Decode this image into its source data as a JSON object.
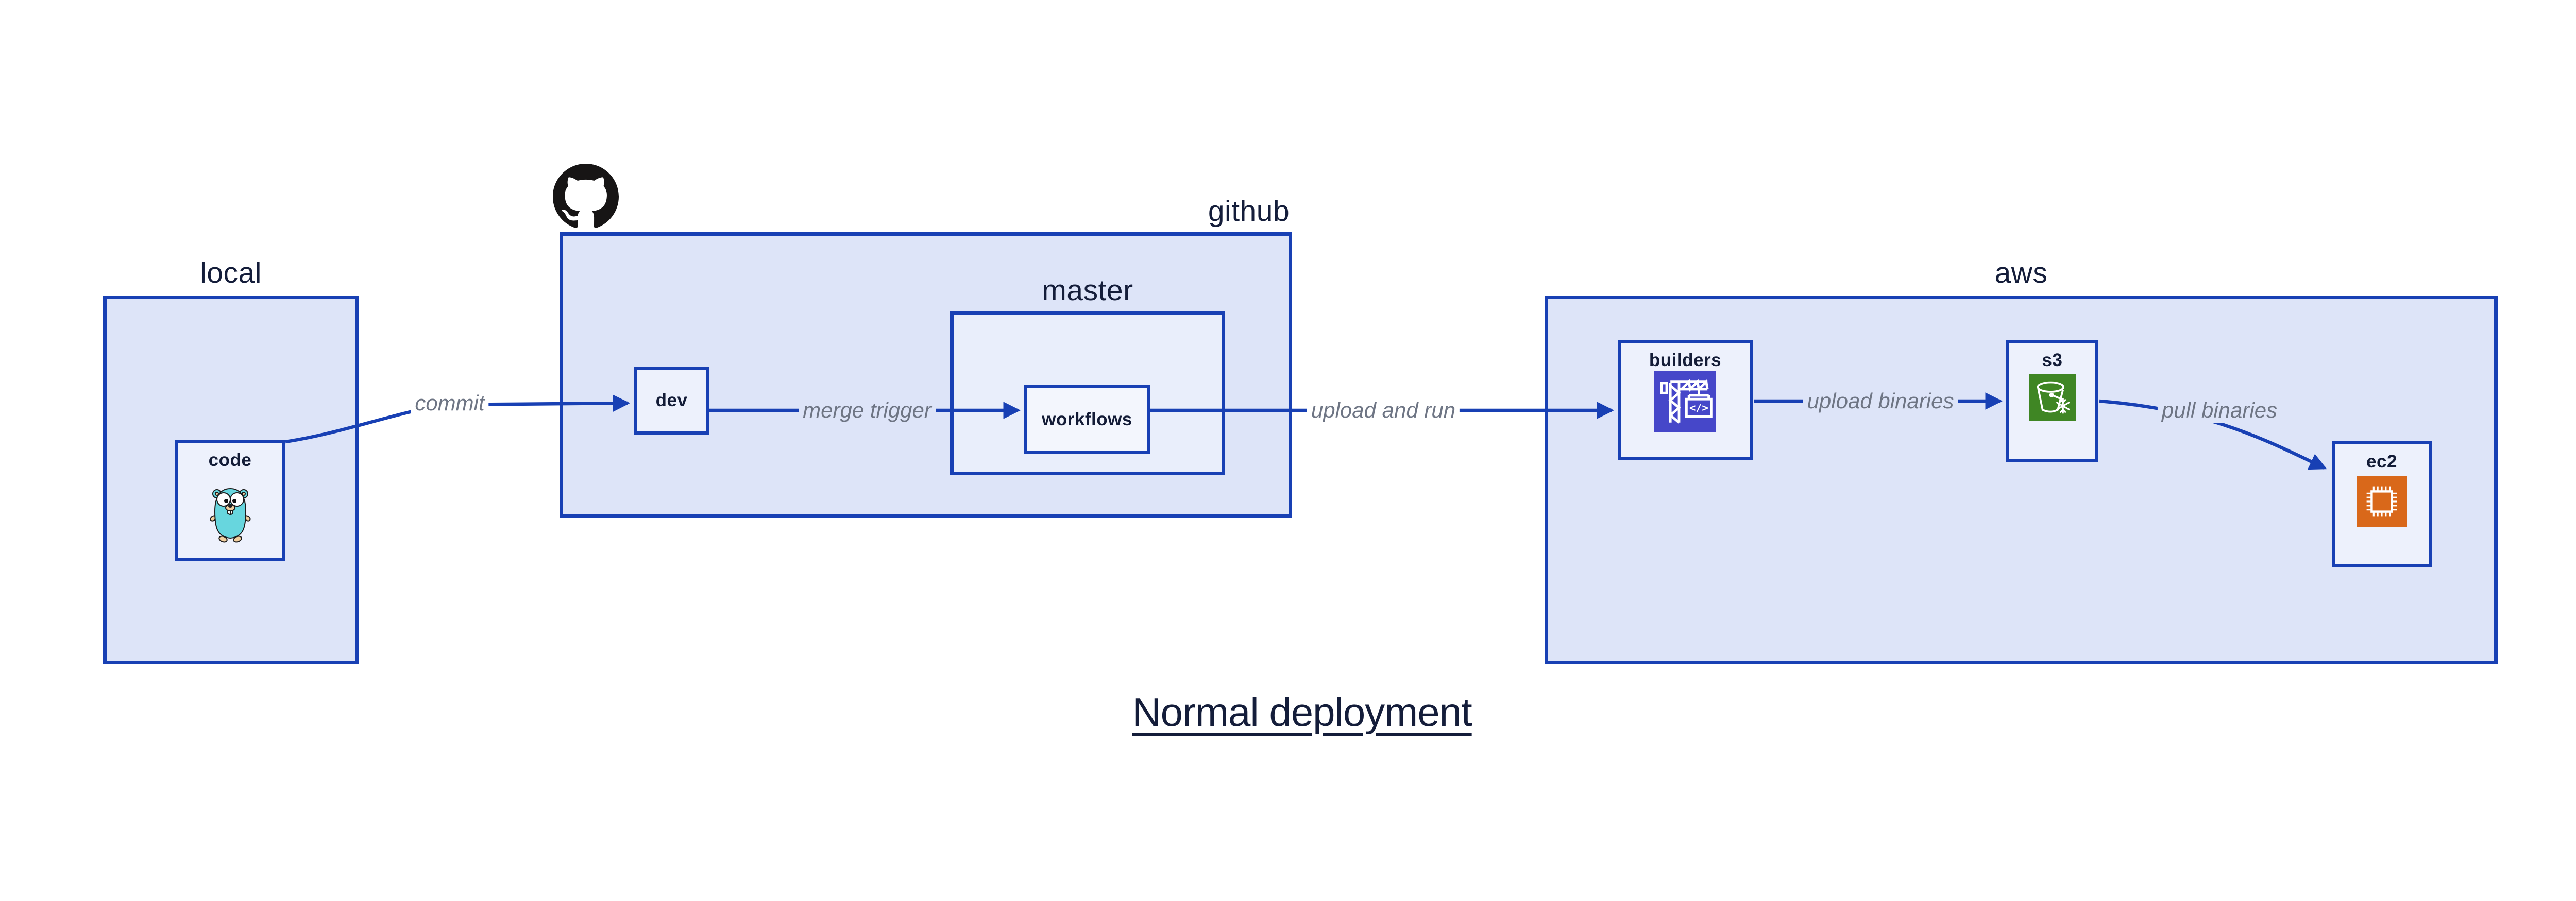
{
  "diagram": {
    "title": "Normal deployment",
    "groups": {
      "local": {
        "label": "local"
      },
      "github": {
        "label": "github"
      },
      "master": {
        "label": "master"
      },
      "aws": {
        "label": "aws"
      }
    },
    "nodes": {
      "code": {
        "label": "code",
        "icon": "go-gopher-icon"
      },
      "dev": {
        "label": "dev"
      },
      "workflows": {
        "label": "workflows"
      },
      "builders": {
        "label": "builders",
        "icon": "codebuild-crane-icon",
        "icon_glyph": "</>"
      },
      "s3": {
        "label": "s3",
        "icon": "s3-bucket-snowflake-icon"
      },
      "ec2": {
        "label": "ec2",
        "icon": "ec2-chip-icon"
      }
    },
    "edges": [
      {
        "from": "code",
        "to": "dev",
        "label": "commit"
      },
      {
        "from": "dev",
        "to": "workflows",
        "label": "merge trigger"
      },
      {
        "from": "workflows",
        "to": "builders",
        "label": "upload and run"
      },
      {
        "from": "builders",
        "to": "s3",
        "label": "upload binaries"
      },
      {
        "from": "s3",
        "to": "ec2",
        "label": "pull binaries"
      }
    ],
    "icons": {
      "octocat": "github-octocat-icon"
    },
    "colors": {
      "edge_blue": "#1840b4",
      "container_fill": "#dde4f8",
      "subgroup_fill": "#e9eefb",
      "node_fill": "#edf1fc",
      "edge_label_gray": "#6e7584",
      "text_navy": "#141d3a",
      "codebuild_indigo": "#4647c9",
      "s3_green": "#3f8624",
      "ec2_orange": "#d9681a",
      "gopher_teal": "#67d6de",
      "github_black": "#171515"
    }
  }
}
